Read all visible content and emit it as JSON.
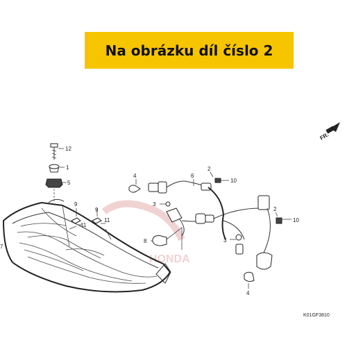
{
  "banner": {
    "text": "Na obrázku díl číslo 2",
    "color": "#f7c400"
  },
  "direction_marker": {
    "text": "FR."
  },
  "diagram_code": "K01GF3810",
  "callouts": {
    "c12": "12",
    "c1": "1",
    "c5": "5",
    "c7": "7",
    "c9a": "9",
    "c9b": "9",
    "c11a": "11",
    "c11b": "11",
    "c4a": "4",
    "c4b": "4",
    "c3a": "3",
    "c3b": "3",
    "c6": "6",
    "c8": "8",
    "c2a": "2",
    "c2b": "2",
    "c10a": "10",
    "c10b": "10"
  },
  "watermark": {
    "text": "HONDA",
    "color": "#d98080"
  }
}
